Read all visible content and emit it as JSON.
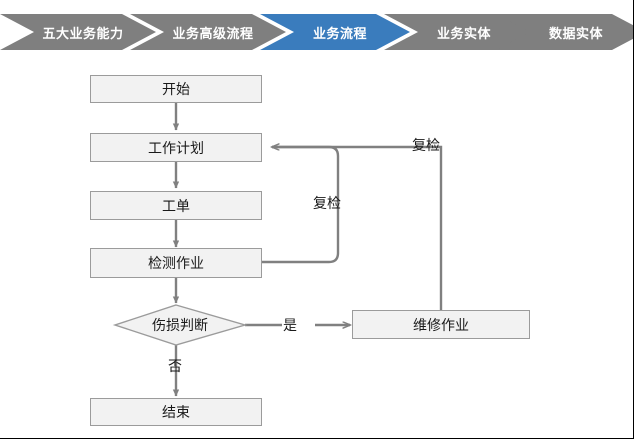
{
  "breadcrumb": {
    "active_color": "#3a7cbd",
    "inactive_color": "#7f7f7f",
    "text_color": "#ffffff",
    "items": [
      {
        "label": "五大业务能力",
        "active": false
      },
      {
        "label": "业务高级流程",
        "active": false
      },
      {
        "label": "业务流程",
        "active": true
      },
      {
        "label": "业务实体",
        "active": false
      },
      {
        "label": "数据实体",
        "active": false
      }
    ]
  },
  "flowchart": {
    "node_fill": "#f2f2f2",
    "node_border": "#9b9b9b",
    "connector_color": "#808080",
    "nodes": [
      {
        "id": "start",
        "label": "开始",
        "shape": "rect"
      },
      {
        "id": "work_plan",
        "label": "工作计划",
        "shape": "rect"
      },
      {
        "id": "work_order",
        "label": "工单",
        "shape": "rect"
      },
      {
        "id": "inspection",
        "label": "检测作业",
        "shape": "rect"
      },
      {
        "id": "decision",
        "label": "伤损判断",
        "shape": "diamond"
      },
      {
        "id": "repair",
        "label": "维修作业",
        "shape": "rect"
      },
      {
        "id": "end",
        "label": "结束",
        "shape": "rect"
      }
    ],
    "edge_labels": {
      "yes": "是",
      "no": "否",
      "recheck_inner": "复检",
      "recheck_outer": "复检"
    }
  }
}
